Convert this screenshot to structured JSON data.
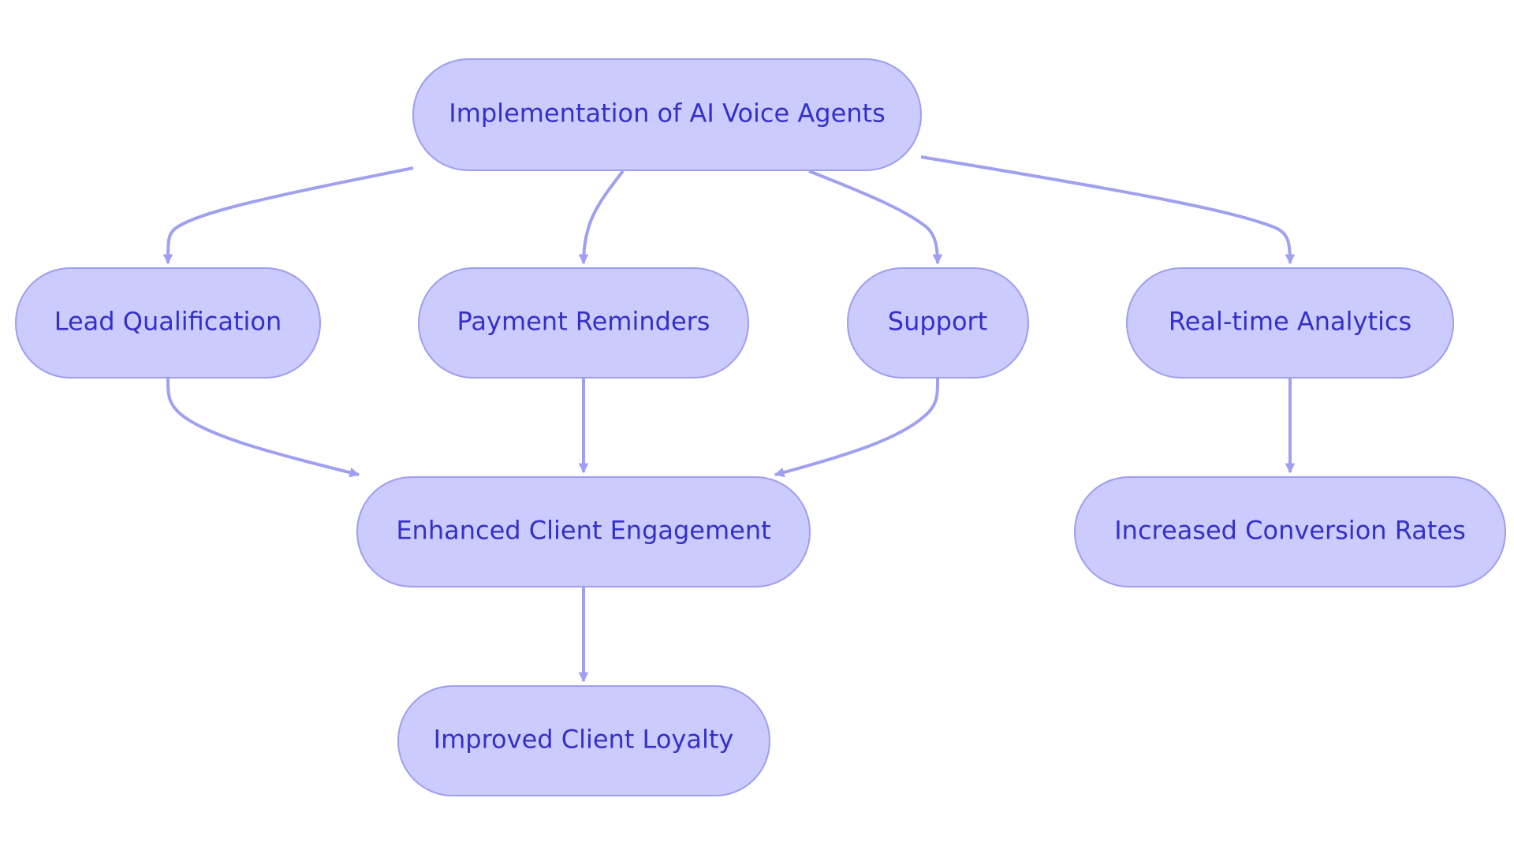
{
  "diagram": {
    "colors": {
      "node_fill": "#cbcbfd",
      "node_stroke": "#9e9ef0",
      "edge": "#a0a0f0",
      "text": "#3430c8"
    },
    "nodes": {
      "root": {
        "label": "Implementation of AI Voice Agents"
      },
      "lead": {
        "label": "Lead Qualification"
      },
      "payment": {
        "label": "Payment Reminders"
      },
      "support": {
        "label": "Support"
      },
      "analytics": {
        "label": "Real-time Analytics"
      },
      "engagement": {
        "label": "Enhanced Client Engagement"
      },
      "conversion": {
        "label": "Increased Conversion Rates"
      },
      "loyalty": {
        "label": "Improved Client Loyalty"
      }
    },
    "edges": [
      {
        "from": "root",
        "to": "lead"
      },
      {
        "from": "root",
        "to": "payment"
      },
      {
        "from": "root",
        "to": "support"
      },
      {
        "from": "root",
        "to": "analytics"
      },
      {
        "from": "lead",
        "to": "engagement"
      },
      {
        "from": "payment",
        "to": "engagement"
      },
      {
        "from": "support",
        "to": "engagement"
      },
      {
        "from": "analytics",
        "to": "conversion"
      },
      {
        "from": "engagement",
        "to": "loyalty"
      }
    ]
  }
}
